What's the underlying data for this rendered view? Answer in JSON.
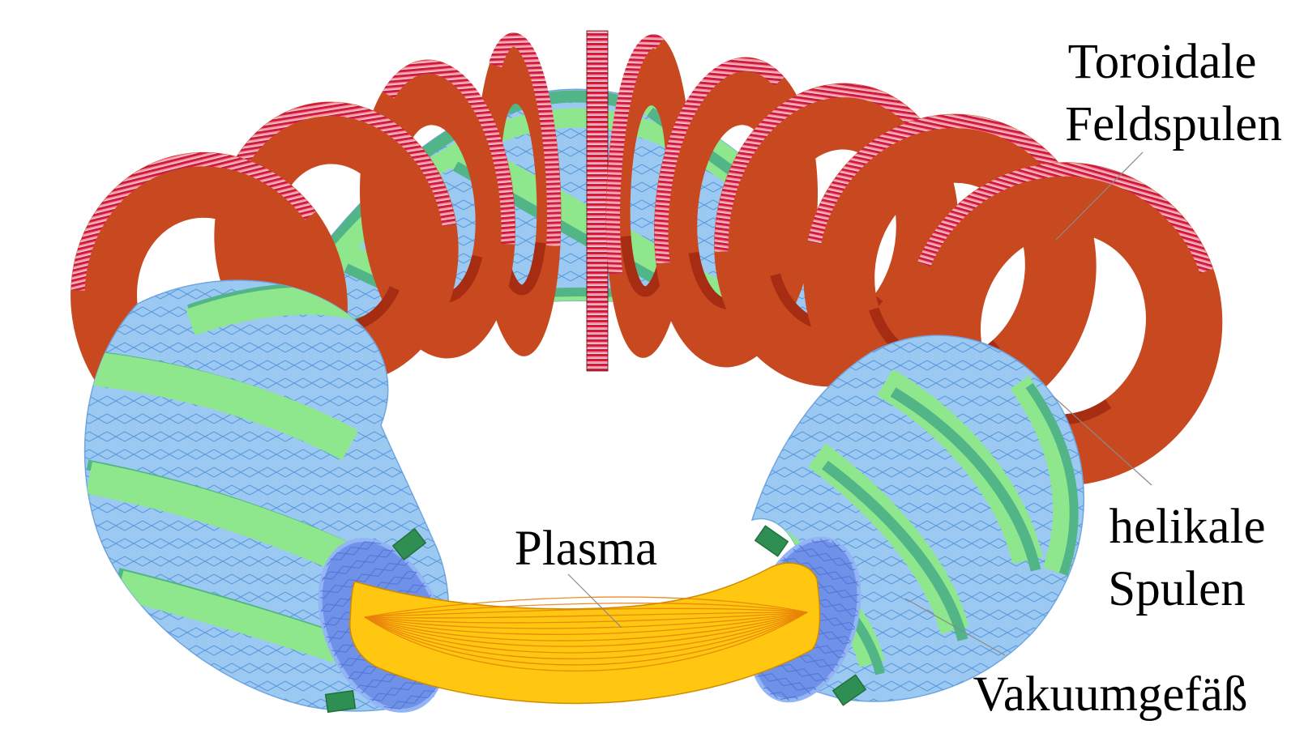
{
  "figure": {
    "labels": {
      "toroidal_line1": "Toroidale",
      "toroidal_line2": "Feldspulen",
      "helical_line1": "helikale",
      "helical_line2": "Spulen",
      "plasma": "Plasma",
      "vacuum_vessel": "Vakuumgefäß"
    },
    "colors": {
      "background": "#ffffff",
      "toroidal_coil": "#c8491f",
      "toroidal_coil_shadow": "#a62c12",
      "coil_stripe_red": "#d91935",
      "coil_stripe_pink": "#f78fa8",
      "coil_stripe_pale": "#ffdcb0",
      "coil_stripe_deep": "#b02070",
      "helical_coil_light": "#8fe78d",
      "helical_coil_dark": "#51b588",
      "helical_coil_cap": "#2f8f52",
      "vessel_blue": "#9cc9f1",
      "vessel_mesh": "#5a9ade",
      "vessel_section": "#6f92e8",
      "vessel_section_rim": "#93b4f5",
      "section_mesh": "#4f72d6",
      "plasma_yellow": "#ffc70f",
      "plasma_line": "#e8820a",
      "plasma_edge": "#cf8a00",
      "label_color": "#000000",
      "leader_line": "#8a8a8a"
    }
  }
}
